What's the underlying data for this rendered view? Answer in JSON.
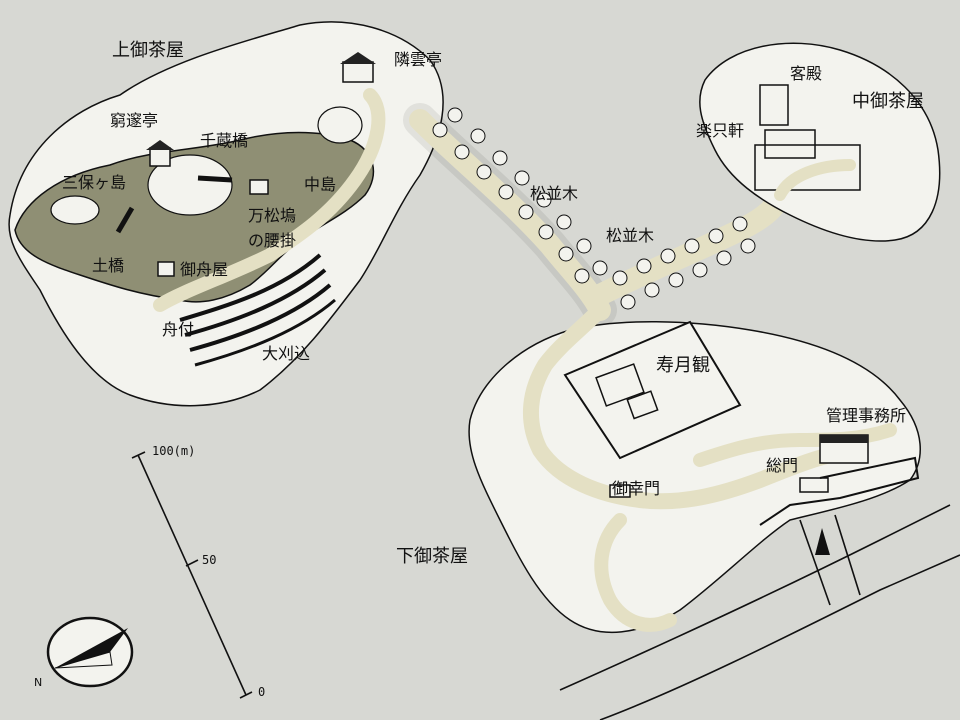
{
  "map": {
    "areas": {
      "upper": "上御茶屋",
      "middle": "中御茶屋",
      "lower": "下御茶屋"
    },
    "places": {
      "rinuntei": "隣雲亭",
      "kyusuitei": "窮邃亭",
      "chitosebashi": "千蔵橋",
      "mihogashima": "三保ヶ島",
      "nakajima": "中島",
      "banshoryo": "万松塢",
      "koshikake": "の腰掛",
      "dobashi": "土橋",
      "ofuneya": "御舟屋",
      "funatsuki": "舟付",
      "okarikomi": "大刈込",
      "kyakuden": "客殿",
      "rakushiken": "楽只軒",
      "matsunamiki_1": "松並木",
      "matsunamiki_2": "松並木",
      "jugetsukan": "寿月観",
      "kanri_jimusho": "管理事務所",
      "somon": "総門",
      "miyukimon": "御幸門"
    },
    "scale": {
      "top": "100(m)",
      "mid": "50",
      "zero": "0"
    },
    "compass": {
      "north": "N"
    },
    "colors": {
      "background": "#d7d8d3",
      "pond": "#8f8f74",
      "path": "#e4e0c4",
      "ink": "#111111",
      "tree_fill": "#f3f3ee"
    }
  }
}
